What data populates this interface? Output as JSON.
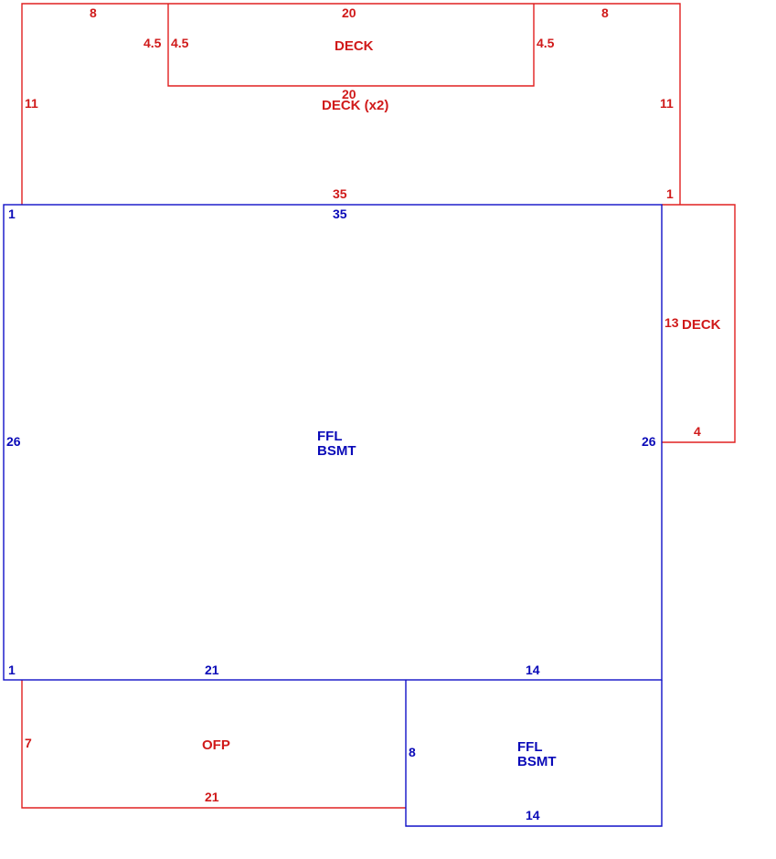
{
  "colors": {
    "deck": "#e02020",
    "living": "#1010c8"
  },
  "areas": {
    "deck_top": {
      "label": "DECK",
      "dims": {
        "top": "20",
        "bottom": "20",
        "left": "4.5",
        "right": "4.5"
      }
    },
    "deck_x2": {
      "label": "DECK (x2)",
      "dims": {
        "top_left": "8",
        "top_right": "8",
        "left_inner": "4.5",
        "left": "11",
        "right": "11",
        "bottom": "35",
        "right_step": "1"
      }
    },
    "deck_side": {
      "label": "DECK",
      "dims": {
        "left": "13",
        "bottom": "4"
      }
    },
    "main": {
      "label_line1": "FFL",
      "label_line2": "BSMT",
      "dims": {
        "top": "35",
        "top_left_step": "1",
        "left": "26",
        "right": "26",
        "bottom_left_step": "1",
        "bottom_left": "21",
        "bottom_right": "14"
      }
    },
    "ofp": {
      "label": "OFP",
      "dims": {
        "left": "7",
        "bottom": "21"
      }
    },
    "annex": {
      "label_line1": "FFL",
      "label_line2": "BSMT",
      "dims": {
        "left": "8",
        "bottom": "14"
      }
    }
  }
}
